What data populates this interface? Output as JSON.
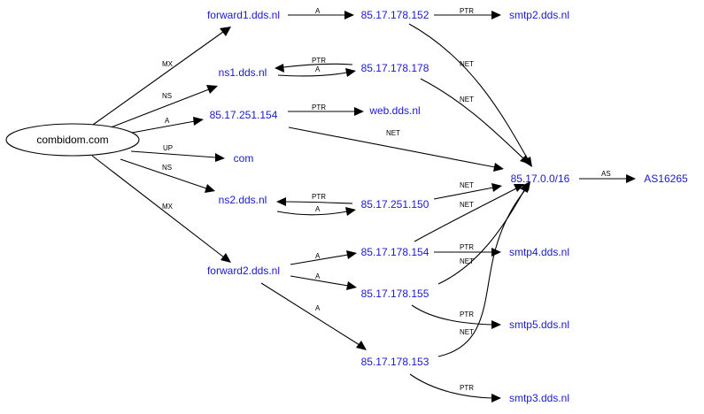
{
  "graph": {
    "root": "combidom.com",
    "nodes": {
      "forward1": "forward1.dds.nl",
      "ns1": "ns1.dds.nl",
      "ip251_154": "85.17.251.154",
      "com": "com",
      "ns2": "ns2.dds.nl",
      "forward2": "forward2.dds.nl",
      "ip178_152": "85.17.178.152",
      "ip178_178": "85.17.178.178",
      "web": "web.dds.nl",
      "ip251_150": "85.17.251.150",
      "ip178_154": "85.17.178.154",
      "ip178_155": "85.17.178.155",
      "ip178_153": "85.17.178.153",
      "smtp2": "smtp2.dds.nl",
      "net": "85.17.0.0/16",
      "as": "AS16265",
      "smtp4": "smtp4.dds.nl",
      "smtp5": "smtp5.dds.nl",
      "smtp3": "smtp3.dds.nl"
    },
    "edge_labels": {
      "mx": "MX",
      "ns": "NS",
      "a": "A",
      "up": "UP",
      "ptr": "PTR",
      "net": "NET",
      "as": "AS"
    }
  }
}
